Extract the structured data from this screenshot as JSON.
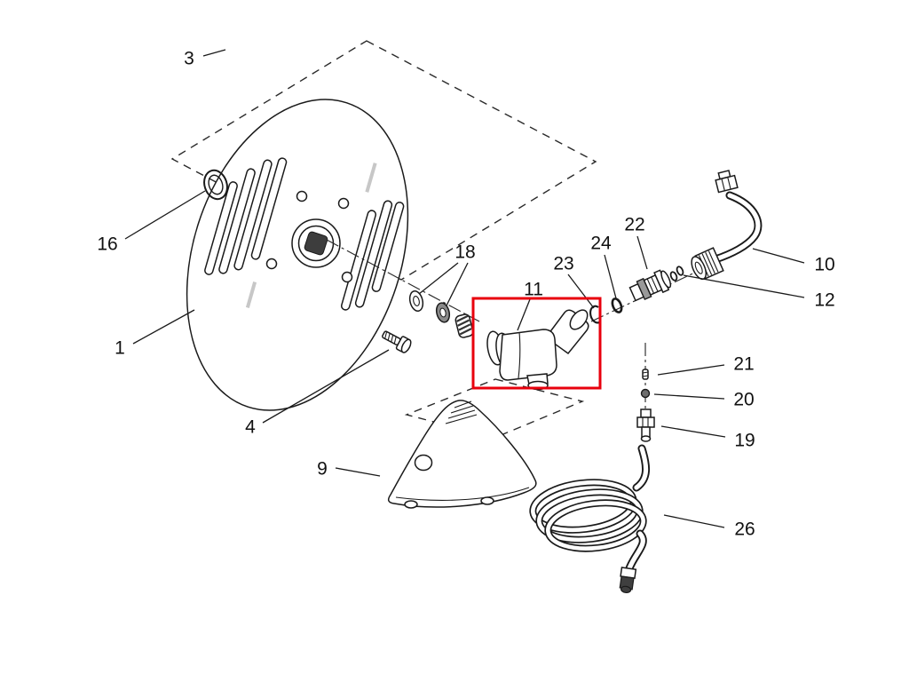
{
  "meta": {
    "background": "#ffffff",
    "line_color": "#1a1a1a",
    "highlight_color": "#e8000d"
  },
  "highlight": {
    "boxed_part_number": "11"
  },
  "labels": {
    "p1": "1",
    "p3": "3",
    "p4": "4",
    "p9": "9",
    "p10": "10",
    "p11": "11",
    "p12": "12",
    "p16": "16",
    "p18": "18",
    "p19": "19",
    "p20": "20",
    "p21": "21",
    "p22": "22",
    "p23": "23",
    "p24": "24",
    "p26": "26"
  }
}
